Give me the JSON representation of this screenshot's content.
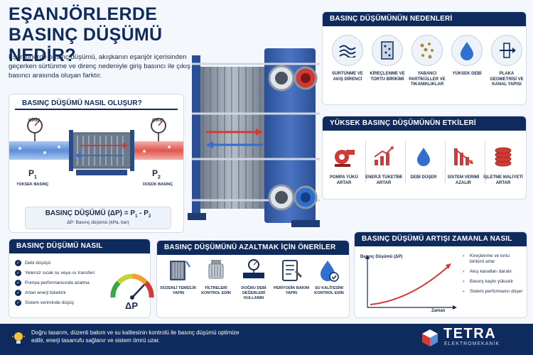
{
  "page": {
    "title_line1": "EŞANJÖRLERDE",
    "title_line2": "BASINÇ DÜŞÜMÜ NEDİR?",
    "intro": "Eşanjörlerde basınç düşümü, akışkanın eşanjör içerisinden geçerken sürtünme ve direnç nedeniyle giriş basıncı ile çıkış basıncı arasında oluşan farktır."
  },
  "how": {
    "header": "BASINÇ DÜŞÜMÜ NASIL OLUŞUR?",
    "inlet": "GİRİŞ",
    "outlet": "ÇIKIŞ",
    "p1": "P",
    "p1_sub": "1",
    "p2": "P",
    "p2_sub": "2",
    "high": "YÜKSEK BASINÇ",
    "low": "DÜŞÜK BASINÇ",
    "formula_a": "BASINÇ DÜŞÜMÜ (ΔP) = P",
    "formula_s1": "1",
    "formula_b": " - P",
    "formula_s2": "2",
    "formula_note": "ΔP: Basınç düşümü (kPa, bar)"
  },
  "causes": {
    "header": "BASINÇ DÜŞÜMÜNÜN NEDENLERİ",
    "items": [
      {
        "label": "SÜRTÜNME VE AKIŞ DİRENCİ",
        "icon": "waves-icon"
      },
      {
        "label": "KİREÇLENME VE TORTU BİRİKİMİ",
        "icon": "scale-icon"
      },
      {
        "label": "YABANCI PARTİKÜLLER VE TIKANIKLIKLAR",
        "icon": "particles-icon"
      },
      {
        "label": "YÜKSEK DEBİ",
        "icon": "drop-icon"
      },
      {
        "label": "PLAKA GEOMETRİSİ VE KANAL YAPISI",
        "icon": "plate-icon"
      }
    ]
  },
  "effects": {
    "header": "YÜKSEK BASINÇ DÜŞÜMÜNÜN ETKİLERİ",
    "items": [
      {
        "label": "POMPA YÜKÜ ARTAR",
        "icon": "pump-icon"
      },
      {
        "label": "ENERJİ TÜKETİMİ ARTAR",
        "icon": "bar-chart-icon"
      },
      {
        "label": "DEBİ DÜŞER",
        "icon": "drop-icon"
      },
      {
        "label": "SİSTEM VERİMİ AZALIR",
        "icon": "decline-chart-icon"
      },
      {
        "label": "İŞLETME MALİYETİ ARTAR",
        "icon": "coins-icon"
      }
    ]
  },
  "signs": {
    "header": "BASINÇ DÜŞÜMÜ NASIL ANLAŞILIR?",
    "items": [
      "Debi düşüşü",
      "Yetersiz sıcak su veya ısı transferi",
      "Pompa performansında azalma",
      "Artan enerji tüketimi",
      "Sistem veriminde düşüş"
    ],
    "gauge_label": "ΔP"
  },
  "tips": {
    "header": "BASINÇ DÜŞÜMÜNÜ AZALTMAK İÇİN ÖNERİLER",
    "items": [
      {
        "label": "DÜZENLİ TEMİZLİK YAPIN",
        "icon": "cleaning-icon"
      },
      {
        "label": "FİLTRELERİ KONTROL EDİN",
        "icon": "filter-icon"
      },
      {
        "label": "DOĞRU DEBİ DEĞERLERİ KULLANIN",
        "icon": "flow-meter-icon"
      },
      {
        "label": "PERİYODİK BAKIM YAPIN",
        "icon": "checklist-icon"
      },
      {
        "label": "SU KALİTESİNİ KONTROL EDİN",
        "icon": "water-quality-icon"
      }
    ]
  },
  "trend": {
    "header": "BASINÇ DÜŞÜMÜ ARTIŞI ZAMANLA NASIL OLUR?",
    "ylabel": "Basınç Düşümü (ΔP)",
    "xlabel": "Zaman",
    "items": [
      "Kireçlenme ve tortu birikimi artar",
      "Akış kanalları daralır",
      "Basınç kaybı yükselir",
      "Sistem performansı düşer"
    ]
  },
  "footer": {
    "text": "Doğru tasarım, düzenli bakım ve su kalitesinin kontrolü ile basınç düşümü optimize edilir, enerji tasarrufu sağlanır ve sistem ömrü uzar.",
    "brand": "TETRA",
    "brand_sub": "ELEKTROMEKANİK"
  },
  "colors": {
    "navy": "#0f2a5c",
    "blue": "#2f6fd0",
    "red": "#d23a36",
    "steel": "#3a5fa8"
  }
}
